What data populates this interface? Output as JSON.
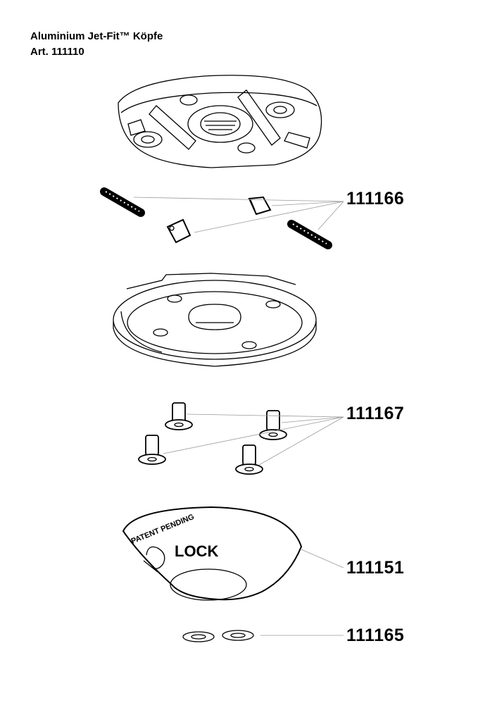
{
  "header": {
    "title": "Aluminium Jet-Fit™ Köpfe",
    "article": "Art. 111110"
  },
  "parts": [
    {
      "number": "111166",
      "component": "pins-and-clips"
    },
    {
      "number": "111167",
      "component": "screws"
    },
    {
      "number": "111151",
      "component": "lock-cap"
    },
    {
      "number": "111165",
      "component": "washers"
    }
  ],
  "cap_text": {
    "lock": "LOCK",
    "pending": "PATENT PENDING"
  }
}
